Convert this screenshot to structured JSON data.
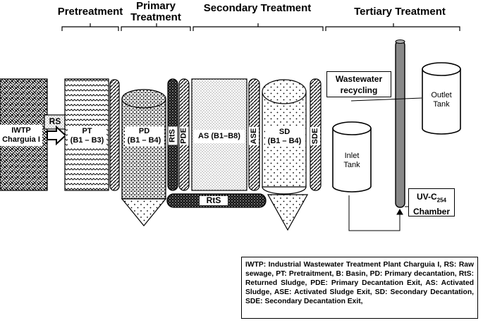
{
  "stages": {
    "pretreatment": "Pretreatment",
    "primary_line1": "Primary",
    "primary_line2": "Treatment",
    "secondary": "Secondary Treatment",
    "tertiary": "Tertiary  Treatment"
  },
  "units": {
    "iwtp_line1": "IWTP",
    "iwtp_line2": "Charguia I",
    "rs": "RS",
    "pt_line1": "PT",
    "pt_line2": "(B1 – B3)",
    "pd_line1": "PD",
    "pd_line2": "(B1 – B4)",
    "rts_small": "RtS",
    "pde": "PDE",
    "as": "AS (B1–B8)",
    "ase": "ASE",
    "sd_line1": "SD",
    "sd_line2": "(B1 – B4)",
    "sde": "SDE",
    "rts_bottom": "RtS",
    "inlet_line1": "Inlet",
    "inlet_line2": "Tank",
    "outlet_line1": "Outlet",
    "outlet_line2": "Tank",
    "recycling_line1": "Wastewater",
    "recycling_line2": "recycling",
    "uv_prefix": "UV-C",
    "uv_sub": "254",
    "uv_line2": "Chamber"
  },
  "legend": "IWTP: Industrial Wastewater Treatment Plant Charguia I, RS: Raw sewage, PT: Pretraitment, B: Basin, PD: Primary decantation, RtS: Returned Sludge, PDE: Primary Decantation Exit, AS: Activated Sludge, ASE: Activated Sludge Exit, SD: Secondary Decantation, SDE: Secondary Decantation Exit,"
}
